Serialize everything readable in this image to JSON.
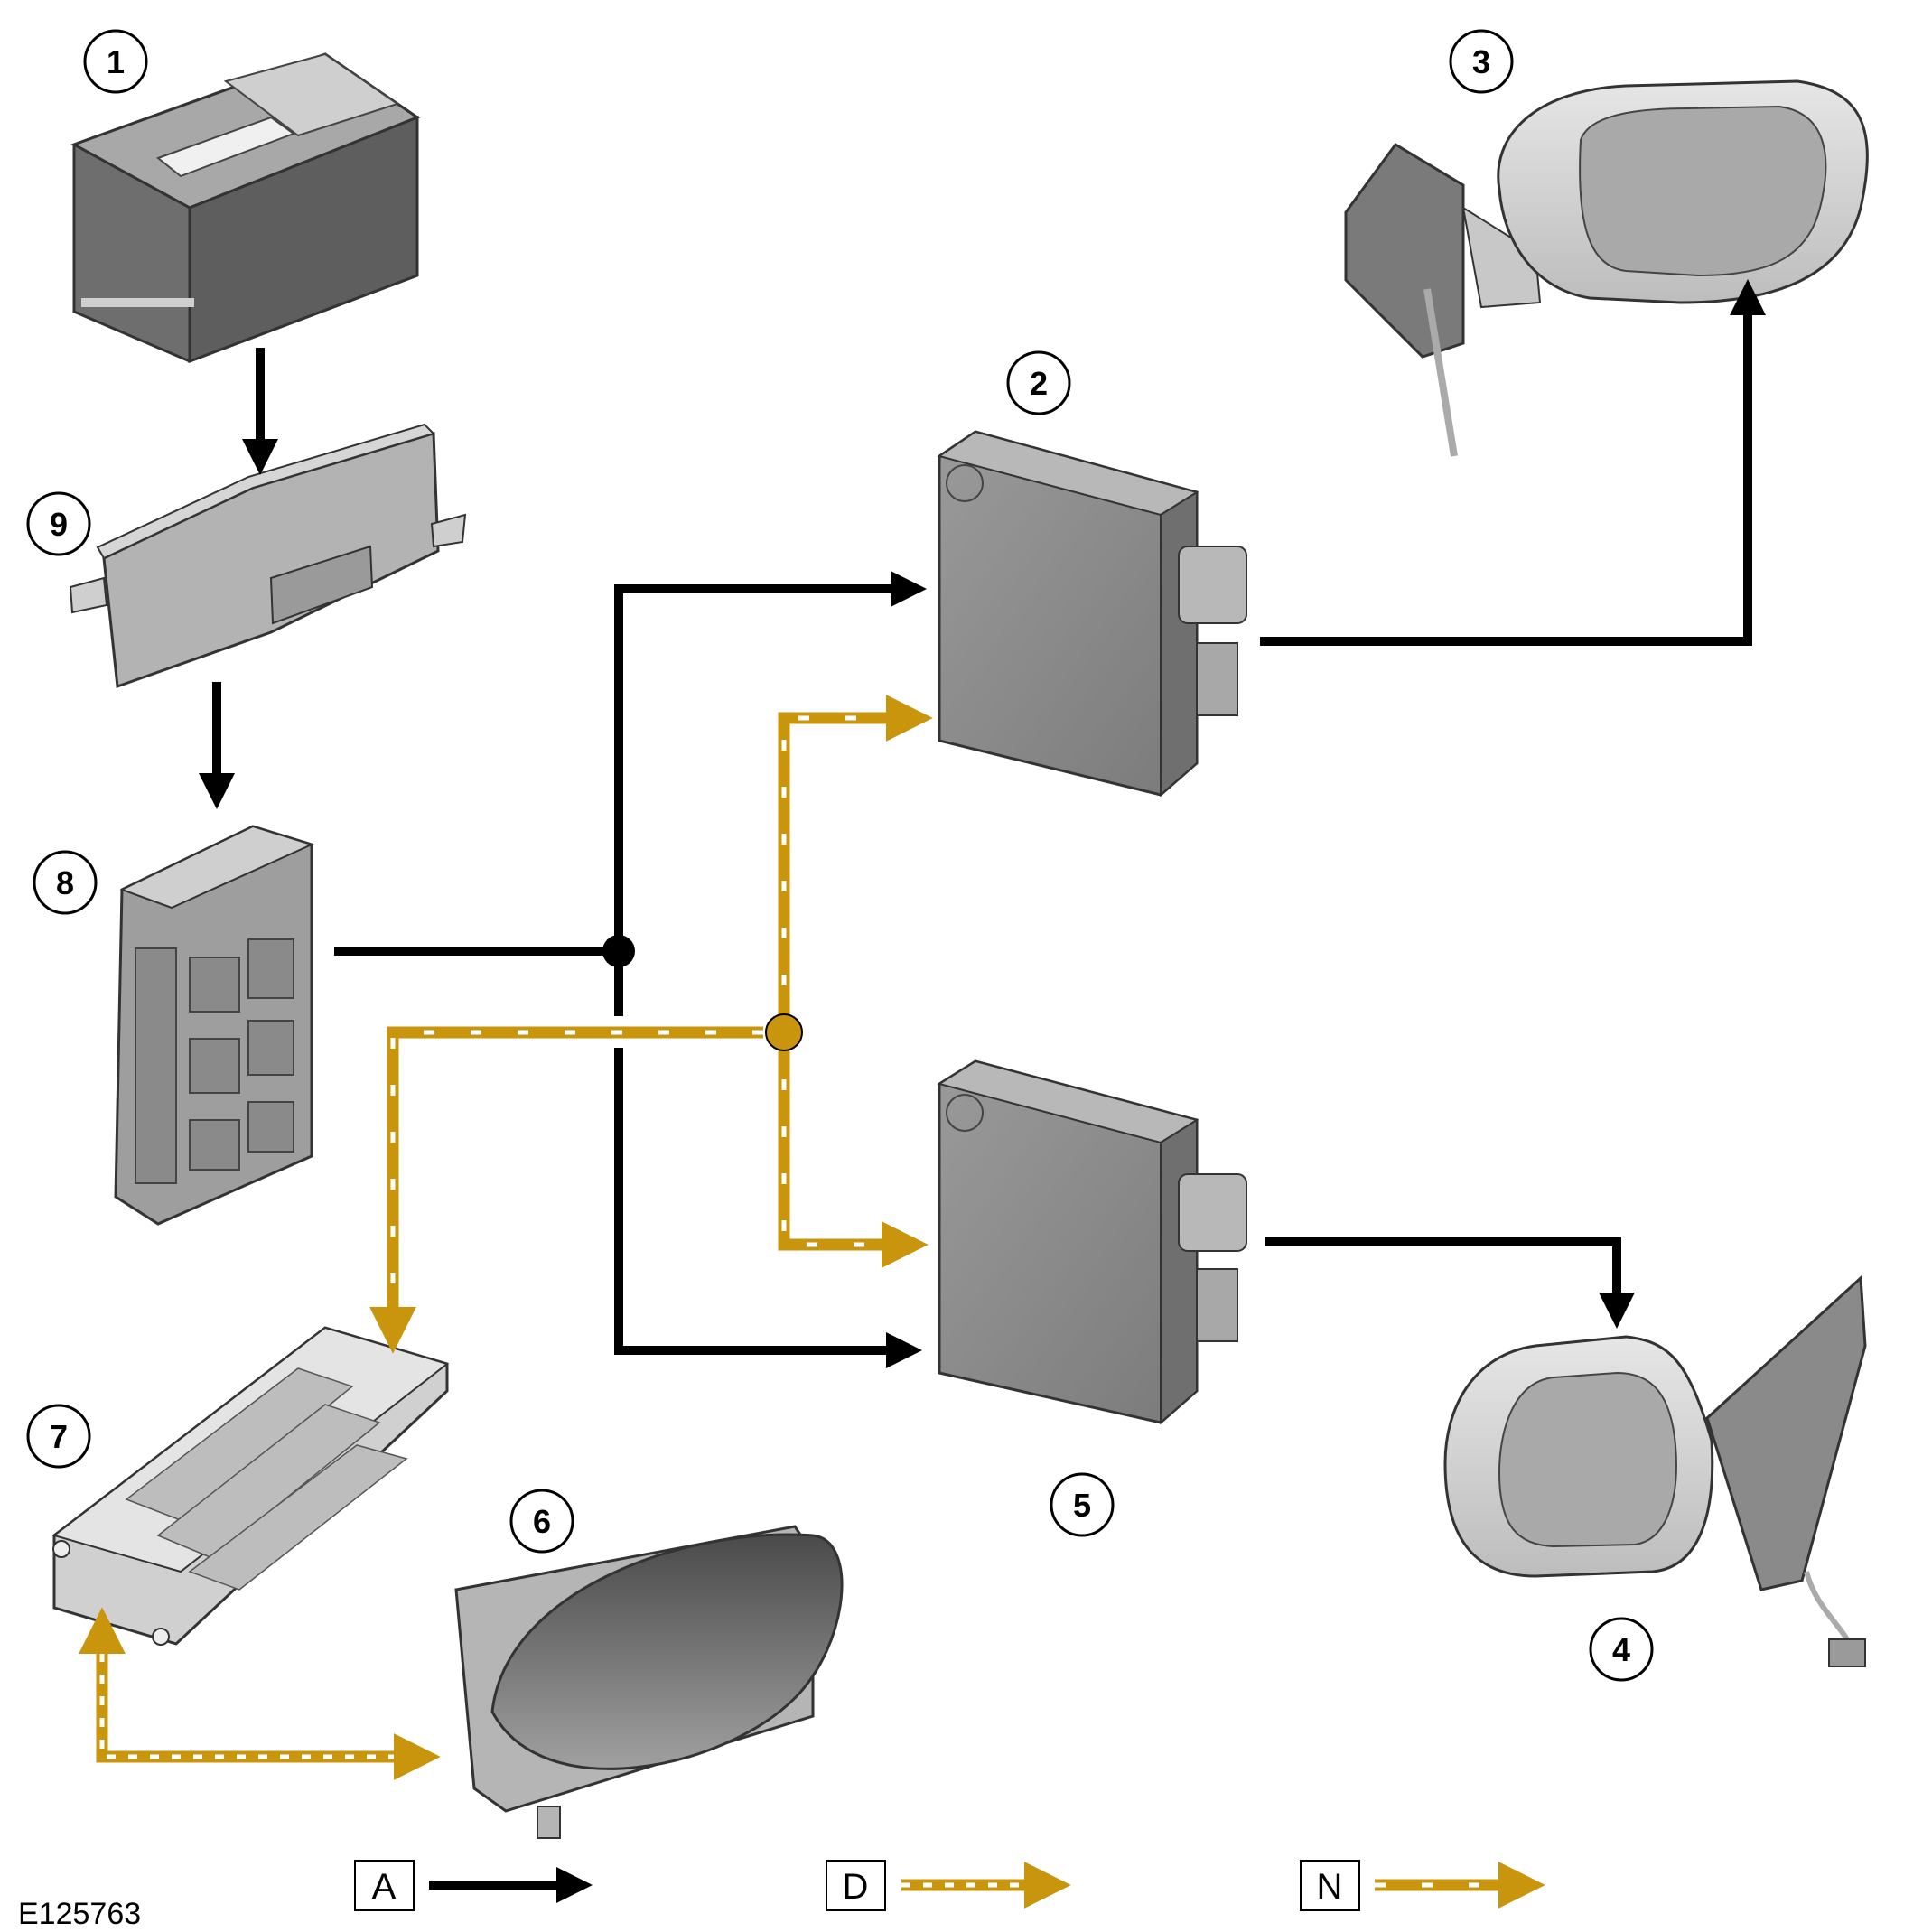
{
  "figure_id": "E125763",
  "colors": {
    "wire_black": "#000000",
    "wire_gold": "#c9950c",
    "dash_white": "#ffffff",
    "component_grey": "#8c8c8c",
    "component_light": "#d9d9d9",
    "component_dark": "#5a5a5a"
  },
  "components": [
    {
      "callout": "1",
      "icon": "battery-icon"
    },
    {
      "callout": "2",
      "icon": "mirror-control-module-icon"
    },
    {
      "callout": "3",
      "icon": "right-door-mirror-icon"
    },
    {
      "callout": "4",
      "icon": "left-door-mirror-icon"
    },
    {
      "callout": "5",
      "icon": "mirror-control-module-icon"
    },
    {
      "callout": "6",
      "icon": "instrument-cluster-icon"
    },
    {
      "callout": "7",
      "icon": "central-junction-box-icon"
    },
    {
      "callout": "8",
      "icon": "fuse-box-icon"
    },
    {
      "callout": "9",
      "icon": "battery-junction-box-icon"
    }
  ],
  "legend": [
    {
      "key": "A",
      "line": "solid-black-arrow"
    },
    {
      "key": "D",
      "line": "gold-densely-dashed-arrow"
    },
    {
      "key": "N",
      "line": "gold-sparsely-dashed-arrow"
    }
  ]
}
